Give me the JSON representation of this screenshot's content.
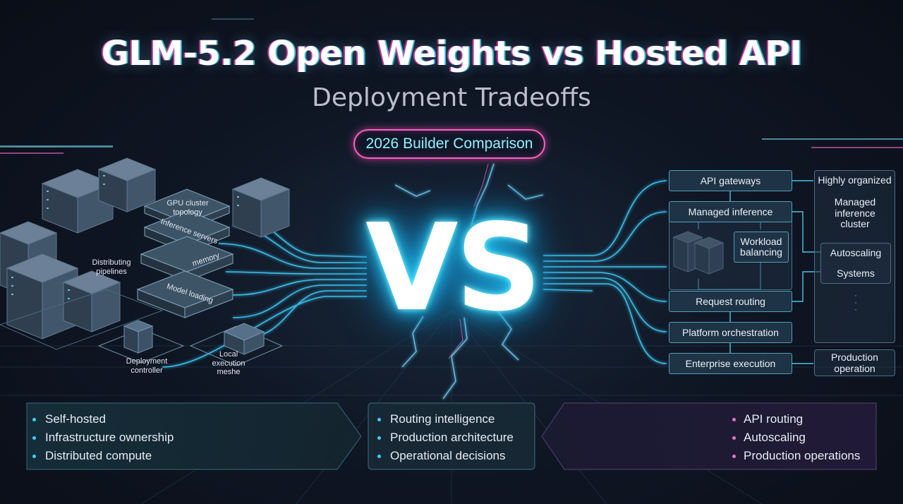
{
  "header": {
    "title": "GLM-5.2 Open Weights vs Hosted API",
    "subtitle": "Deployment Tradeoffs",
    "badge": "2026 Builder Comparison"
  },
  "center": {
    "vs_text": "VS"
  },
  "left_diagram": {
    "stack_layers": [
      "GPU cluster topology",
      "Inference servers",
      "memory",
      "Model loading"
    ],
    "side_labels": {
      "distributing": "Distributing pipelines",
      "deployment": "Deployment controller",
      "local": "Local execution meshe"
    }
  },
  "right_diagram": {
    "api_gateways": "API gateways",
    "managed_inference": "Managed inference",
    "workload_balancing": "Workload balancing",
    "request_routing": "Request routing",
    "platform_orchestration": "Platform orchestration",
    "enterprise_execution": "Enterprise execution",
    "highly_organized": "Highly organized",
    "managed_cluster": "Managed inference cluster",
    "autoscaling": "Autoscaling",
    "systems": "Systems",
    "production_operation": "Production operation"
  },
  "bottom_panels": {
    "left": [
      "Self-hosted",
      "Infrastructure ownership",
      "Distributed compute"
    ],
    "center": [
      "Routing intelligence",
      "Production architecture",
      "Operational decisions"
    ],
    "right": [
      "API routing",
      "Autoscaling",
      "Production operations"
    ]
  },
  "colors": {
    "accent_cyan": "#3fd0ff",
    "accent_pink": "#ff5fc1",
    "background": "#0f1624"
  }
}
